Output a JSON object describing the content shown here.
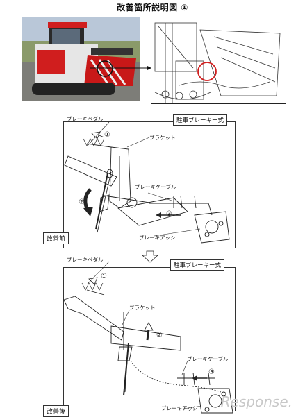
{
  "title": "改善箇所説明図 ①",
  "diagram_before": {
    "header": "駐車ブレーキー式",
    "pedal": "ブレーキペダル",
    "bracket": "ブラケット",
    "cable": "ブレーキケーブル",
    "assy": "ブレーキアッシ",
    "tag": "改善前",
    "n1": "①",
    "n2": "②",
    "n3": "③"
  },
  "diagram_after": {
    "header": "駐車ブレーキー式",
    "pedal": "ブレーキペダル",
    "bracket": "ブラケット",
    "cable": "ブレーキケーブル",
    "assy": "ブレーキアッシ",
    "tag": "改善後",
    "n1": "①",
    "n2": "②",
    "n3": "③"
  },
  "watermark": "Response."
}
